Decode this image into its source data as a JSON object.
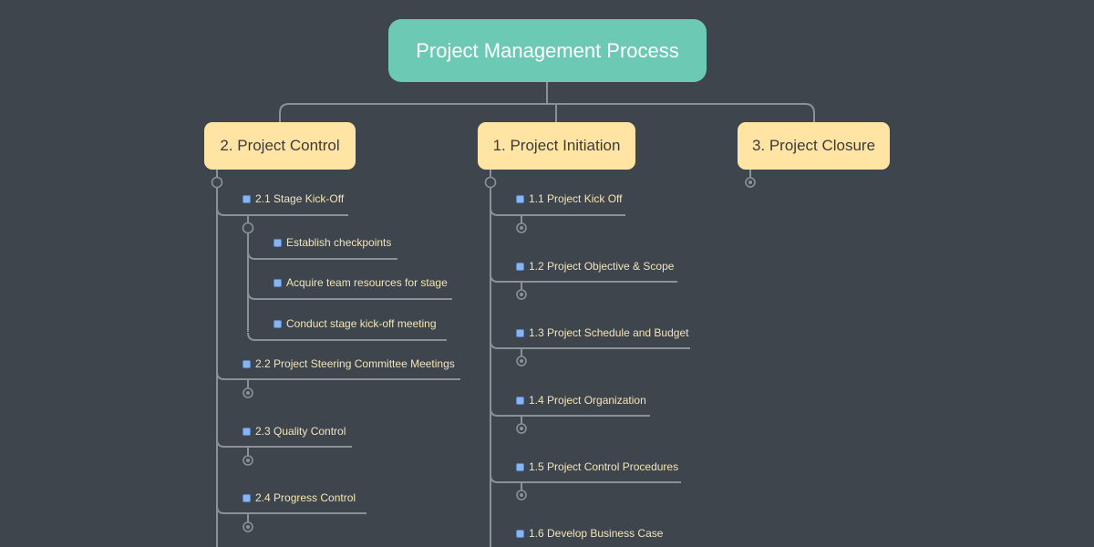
{
  "root": {
    "title": "Project Management Process"
  },
  "branches": {
    "control": {
      "title": "2. Project Control"
    },
    "initiation": {
      "title": "1. Project Initiation"
    },
    "closure": {
      "title": "3. Project Closure"
    }
  },
  "control_items": {
    "i1": "2.1 Stage Kick-Off",
    "i1_sub1": "Establish checkpoints",
    "i1_sub2": "Acquire team resources for stage",
    "i1_sub3": "Conduct stage kick-off meeting",
    "i2": "2.2 Project Steering Committee Meetings",
    "i3": "2.3 Quality Control",
    "i4": "2.4 Progress Control"
  },
  "initiation_items": {
    "i1": "1.1 Project Kick Off",
    "i2": "1.2 Project Objective & Scope",
    "i3": "1.3 Project Schedule and Budget",
    "i4": "1.4 Project Organization",
    "i5": "1.5 Project Control Procedures",
    "i6": "1.6 Develop Business Case"
  },
  "colors": {
    "background": "#3e454d",
    "root": "#6cc9b3",
    "branch": "#ffe4a3",
    "connector": "#8a9199",
    "item_text": "#f3e4b8",
    "task_icon": "#8ab4ee"
  }
}
